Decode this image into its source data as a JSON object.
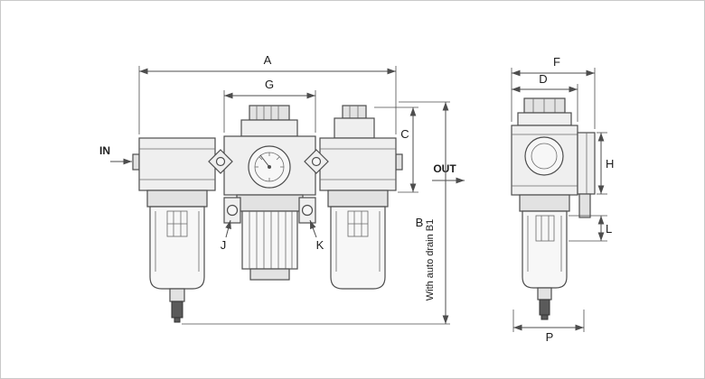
{
  "page": {
    "background": "#ffffff",
    "border_color": "#c9c9c9"
  },
  "drawing": {
    "colors": {
      "line": "#4d4d4d",
      "fill_light": "#efefef",
      "fill_mid": "#e2e2e2",
      "fill_dark": "#5a5a5a"
    },
    "front_view": {
      "ports": {
        "in": "IN",
        "out": "OUT"
      },
      "dims": {
        "a": "A",
        "g": "G",
        "c": "C",
        "b": "B",
        "j": "J",
        "k": "K"
      },
      "note_vertical": "With auto drain B1"
    },
    "side_view": {
      "dims": {
        "f": "F",
        "d": "D",
        "h": "H",
        "l": "L",
        "p": "P"
      }
    }
  }
}
